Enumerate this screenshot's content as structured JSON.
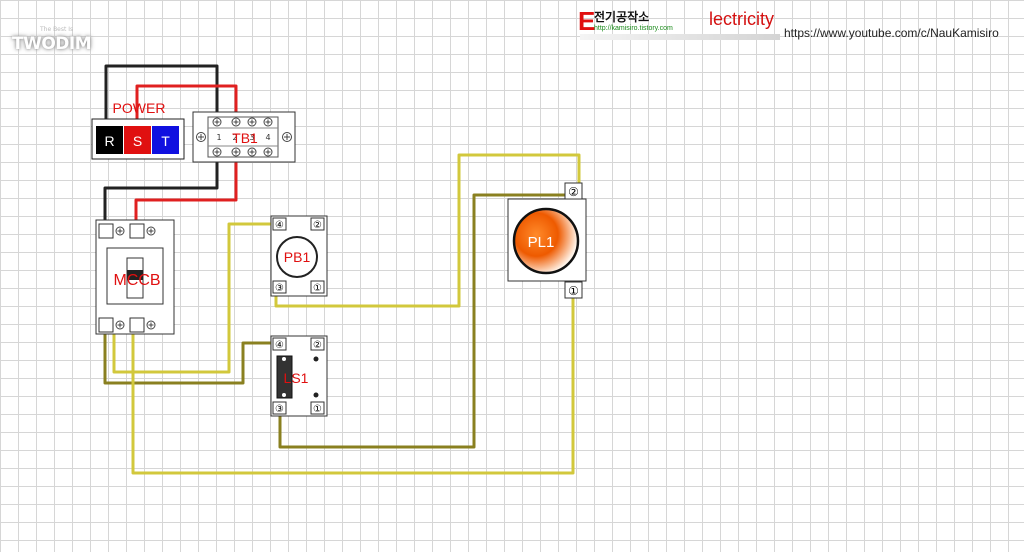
{
  "watermark": {
    "main": "TWODIM",
    "small": "The Best Is"
  },
  "brand": {
    "initial": "E",
    "korean": "전기공작소",
    "url": "http://kamisiro.tistory.com",
    "suffix": "lectricity"
  },
  "youtube_url": "https://www.youtube.com/c/NauKamisiro",
  "power": {
    "label": "POWER",
    "phases": [
      "R",
      "S",
      "T"
    ]
  },
  "terminal_block": {
    "label": "TB1",
    "numbers": [
      "1",
      "2",
      "3",
      "4"
    ]
  },
  "mccb": {
    "label": "MCCB"
  },
  "pb1": {
    "label": "PB1",
    "terminals": [
      "④",
      "②",
      "③",
      "①"
    ]
  },
  "ls1": {
    "label": "LS1",
    "terminals": [
      "④",
      "②",
      "③",
      "①"
    ]
  },
  "pl1": {
    "label": "PL1",
    "terminals": [
      "②",
      "①"
    ]
  },
  "colors": {
    "wire_black": "#222222",
    "wire_red": "#e02020",
    "wire_yellow": "#d2c83c",
    "wire_olive": "#8a8020",
    "phase_r": "#000000",
    "phase_s": "#e01010",
    "phase_t": "#1010e0",
    "label_red": "#e01010"
  }
}
